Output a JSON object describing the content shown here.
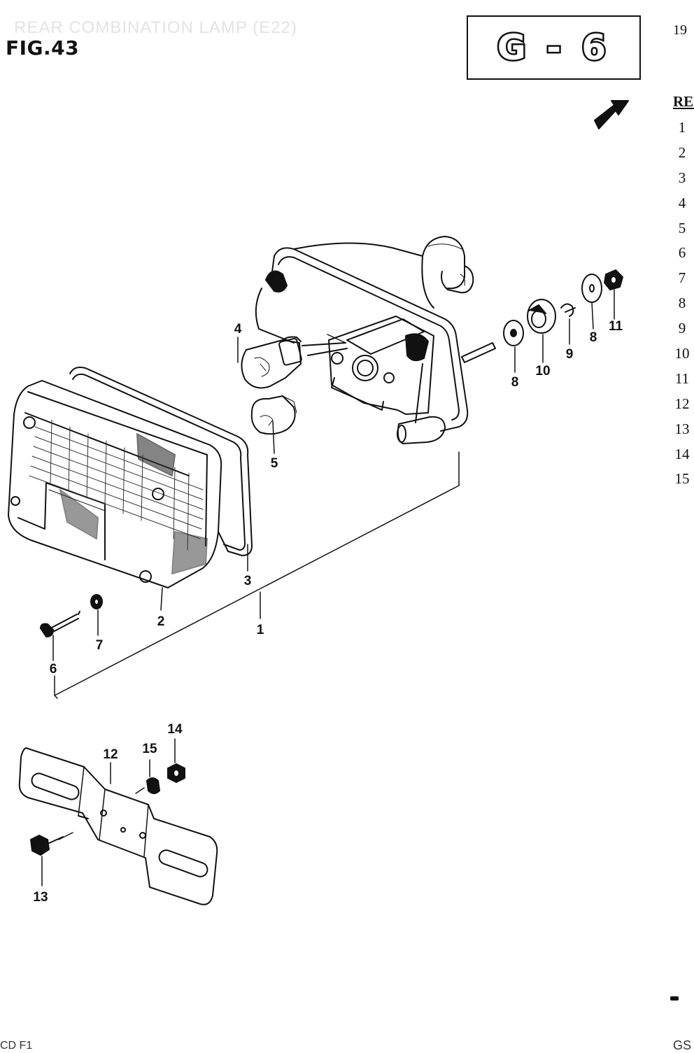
{
  "header": {
    "faded_title": "REAR COMBINATION LAMP (E22)",
    "figure_label": "FIG.43",
    "group_code": "G - 6",
    "page_number": "19",
    "ref_header": "REF"
  },
  "ref_numbers": [
    "1",
    "2",
    "3",
    "4",
    "5",
    "6",
    "7",
    "8",
    "9",
    "10",
    "11",
    "12",
    "13",
    "14",
    "15"
  ],
  "callouts": {
    "c1": "1",
    "c2": "2",
    "c3": "3",
    "c4": "4",
    "c5": "5",
    "c6": "6",
    "c7": "7",
    "c8a": "8",
    "c8b": "8",
    "c9": "9",
    "c10": "10",
    "c11": "11",
    "c12": "12",
    "c13": "13",
    "c14": "14",
    "c15": "15"
  },
  "footer": {
    "left": "CD  F1",
    "right": "GS"
  }
}
